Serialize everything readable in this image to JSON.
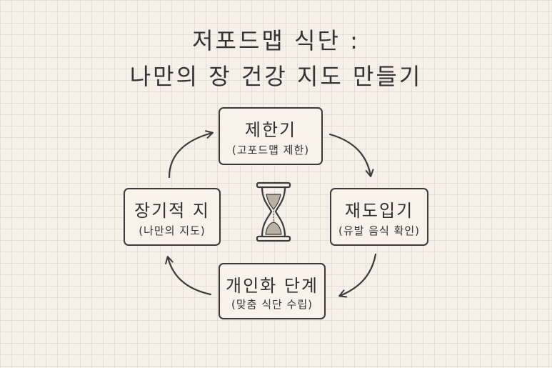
{
  "title": {
    "line1": "저포드맵 식단 :",
    "line2": "나만의 장 건강 지도 만들기"
  },
  "cycle": {
    "top": {
      "label": "제한기",
      "detail": "(고포드맵 제한)"
    },
    "right": {
      "label": "재도입기",
      "detail": "(유발 음식 확인)"
    },
    "bottom": {
      "label": "개인화 단계",
      "detail": "(맞춤 식단 수립)"
    },
    "left": {
      "label": "장기적 지",
      "detail": "(나만의 지도)"
    }
  },
  "center_icon": "hourglass-icon",
  "colors": {
    "background": "#f5f1e8",
    "grid": "#e4dfd3",
    "ink": "#3a3a3a"
  }
}
